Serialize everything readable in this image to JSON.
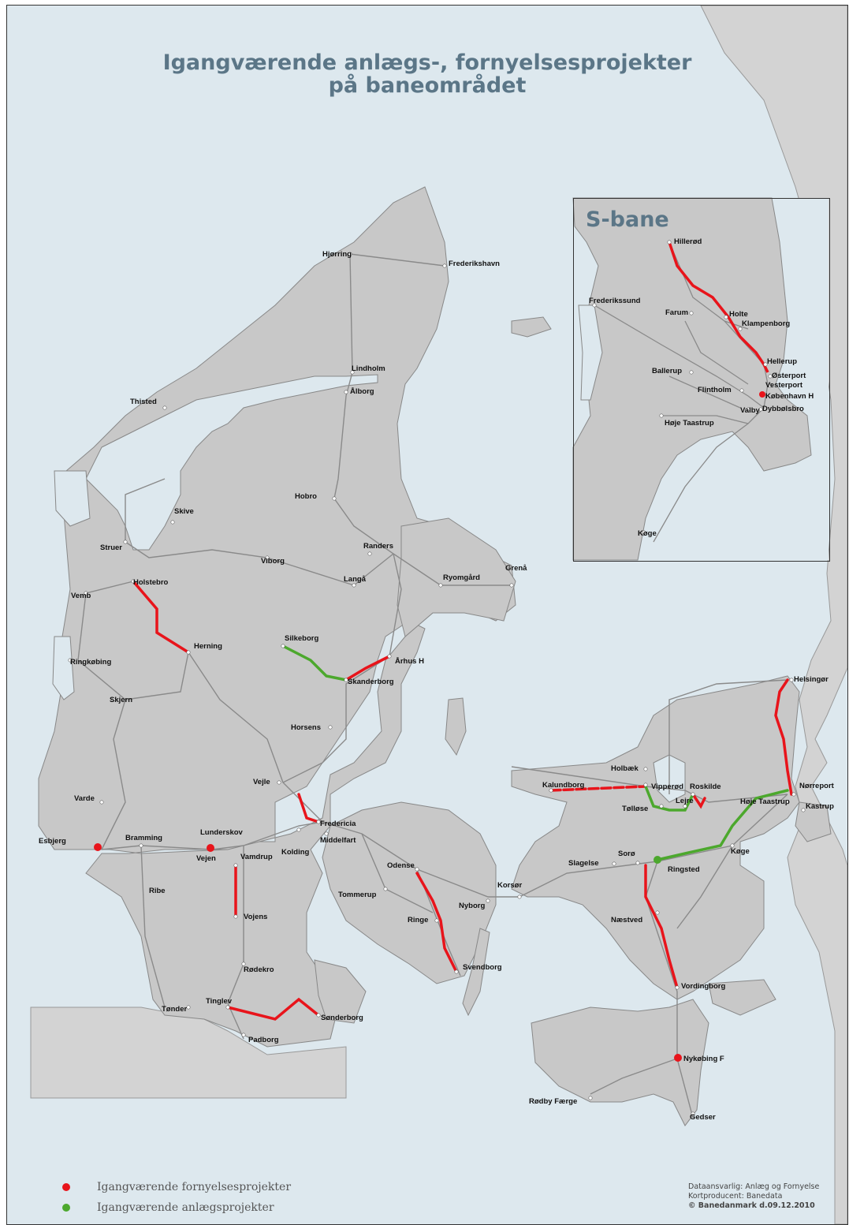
{
  "title_line1": "Igangværende anlægs-, fornyelsesprojekter",
  "title_line2": "på baneområdet",
  "inset_title": "S-bane",
  "colors": {
    "sea": "#dde8ee",
    "land": "#c8c8c8",
    "foreign": "#d3d3d3",
    "renewal": "#e8141b",
    "construction": "#4ca82d",
    "rail": "#8a8a8a",
    "text_title": "#5b7687"
  },
  "legend": [
    {
      "label": "Igangværende fornyelsesprojekter",
      "color": "#e8141b"
    },
    {
      "label": "Igangværende anlægsprojekter",
      "color": "#4ca82d"
    }
  ],
  "credits": [
    "Dataansvarlig: Anlæg og Fornyelse",
    "Kortproducent: Banedata",
    "© Banedanmark d.09.12.2010"
  ],
  "stations": {
    "hjorring": "Hjørring",
    "frederikshavn": "Frederikshavn",
    "lindholm": "Lindholm",
    "aalborg": "Ålborg",
    "thisted": "Thisted",
    "hobro": "Hobro",
    "skive": "Skive",
    "struer": "Struer",
    "randers": "Randers",
    "viborg": "Viborg",
    "langaa": "Langå",
    "ryomgaard": "Ryomgård",
    "grenaa": "Grenå",
    "holstebro": "Holstebro",
    "vemb": "Vemb",
    "herning": "Herning",
    "silkeborg": "Silkeborg",
    "aarhus": "Århus H",
    "ringkobing": "Ringkøbing",
    "skanderborg": "Skanderborg",
    "skjern": "Skjern",
    "horsens": "Horsens",
    "vejle": "Vejle",
    "varde": "Varde",
    "fredericia": "Fredericia",
    "esbjerg": "Esbjerg",
    "bramming": "Bramming",
    "lunderskov": "Lunderskov",
    "vejen": "Vejen",
    "kolding": "Kolding",
    "middelfart": "Middelfart",
    "vamdrup": "Vamdrup",
    "odense": "Odense",
    "ribe": "Ribe",
    "tommerup": "Tommerup",
    "nyborg": "Nyborg",
    "vojens": "Vojens",
    "ringe": "Ringe",
    "rodekro": "Rødekro",
    "svendborg": "Svendborg",
    "tinglev": "Tinglev",
    "tonder": "Tønder",
    "sonderborg": "Sønderborg",
    "padborg": "Padborg",
    "helsingor": "Helsingør",
    "holbaek": "Holbæk",
    "vipperod": "Vipperød",
    "roskilde": "Roskilde",
    "norreport": "Nørreport",
    "kalundborg": "Kalundborg",
    "tollose": "Tølløse",
    "lejre": "Lejre",
    "hoje_taastrup": "Høje Taastrup",
    "kastrup": "Kastrup",
    "koge": "Køge",
    "slagelse": "Slagelse",
    "soro": "Sorø",
    "ringsted": "Ringsted",
    "korsor": "Korsør",
    "naestved": "Næstved",
    "vordingborg": "Vordingborg",
    "nykobing": "Nykøbing F",
    "rodby": "Rødby Færge",
    "gedser": "Gedser"
  },
  "inset_stations": {
    "hillerod": "Hillerød",
    "frederikssund": "Frederikssund",
    "farum": "Farum",
    "holte": "Holte",
    "klampenborg": "Klampenborg",
    "hellerup": "Hellerup",
    "osterport": "Østerport",
    "vesterport": "Vesterport",
    "ballerup": "Ballerup",
    "flintholm": "Flintholm",
    "kobenhavn": "København H",
    "valby": "Valby",
    "dybbolsbro": "Dybbølsbro",
    "hoje_taastrup": "Høje Taastrup",
    "koge": "Køge"
  }
}
